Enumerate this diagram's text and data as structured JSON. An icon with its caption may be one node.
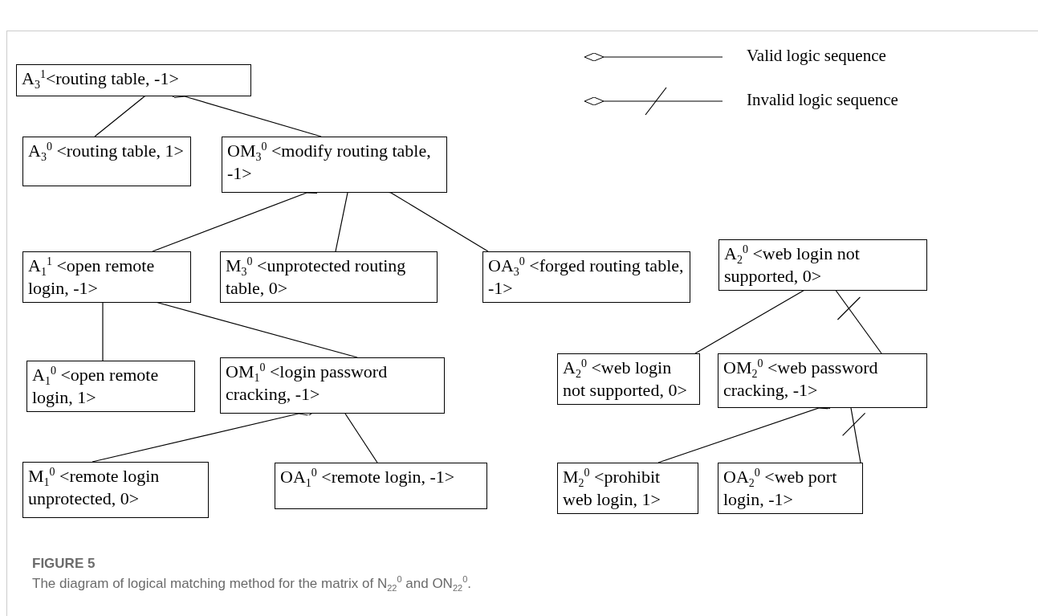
{
  "diagram": {
    "title": "FIGURE 5",
    "caption": "The diagram of logical matching method for the matrix of N$_{22}$$^{0}$ and ON$_{22}$$^{0}$.",
    "nodes": [
      {
        "text": [
          "A$_{3}$$^{1}$<routing table, -1>"
        ]
      },
      {
        "text": [
          "A$_{3}$$^{0}$ <routing table, 1>"
        ]
      },
      {
        "text": [
          "OM$_{3}$$^{0}$ <modify routing table, -1>"
        ]
      },
      {
        "text": [
          "A$_{1}$$^{1}$ <open remote login, -1>"
        ]
      },
      {
        "text": [
          "M$_{3}$$^{0}$ <unprotected routing table, 0>"
        ]
      },
      {
        "text": [
          "OA$_{3}$$^{0}$ <forged routing table, -1>"
        ]
      },
      {
        "text": [
          "A$_{2}$$^{0}$ <web login not supported, 0>"
        ]
      },
      {
        "text": [
          "A$_{1}$$^{0}$ <open remote login, 1>"
        ]
      },
      {
        "text": [
          "OM$_{1}$$^{0}$ <login password cracking, -1>"
        ]
      },
      {
        "text": [
          "A$_{2}$$^{0}$ <web login not supported, 0>"
        ]
      },
      {
        "text": [
          "OM$_{2}$$^{0}$ <web password cracking, -1>"
        ]
      },
      {
        "text": [
          "M$_{1}$$^{0}$ <remote login unprotected, 0>"
        ]
      },
      {
        "text": [
          "OA$_{1}$$^{0}$ <remote login, -1>"
        ]
      },
      {
        "text": [
          "M$_{2}$$^{0}$ <prohibit web login, 1>"
        ]
      },
      {
        "text": [
          "OA$_{2}$$^{0}$ <web port login, -1>"
        ]
      }
    ],
    "edges": [
      {
        "from": 0,
        "to": 1,
        "arrow": "other"
      },
      {
        "from": 0,
        "to": 2,
        "arrow": "other"
      },
      {
        "from": 2,
        "to": 3,
        "arrow": "other"
      },
      {
        "from": 2,
        "to": 4,
        "arrow": "other"
      },
      {
        "from": 2,
        "to": 5,
        "arrow": "other"
      },
      {
        "from": 3,
        "to": 7,
        "arrow": "other"
      },
      {
        "from": 3,
        "to": 8,
        "arrow": "other"
      },
      {
        "from": 8,
        "to": 11,
        "arrow": "other"
      },
      {
        "from": 8,
        "to": 12,
        "arrow": "other"
      },
      {
        "from": 6,
        "to": 9,
        "arrow": "other"
      },
      {
        "from": 6,
        "to": 10,
        "arrow": "other"
      },
      {
        "from": 10,
        "to": 13,
        "arrow": "other"
      },
      {
        "from": 10,
        "to": 14,
        "arrow": "other"
      }
    ],
    "legend": [
      {
        "text": "Valid logic sequence"
      },
      {
        "text": "Invalid logic sequence"
      }
    ]
  }
}
